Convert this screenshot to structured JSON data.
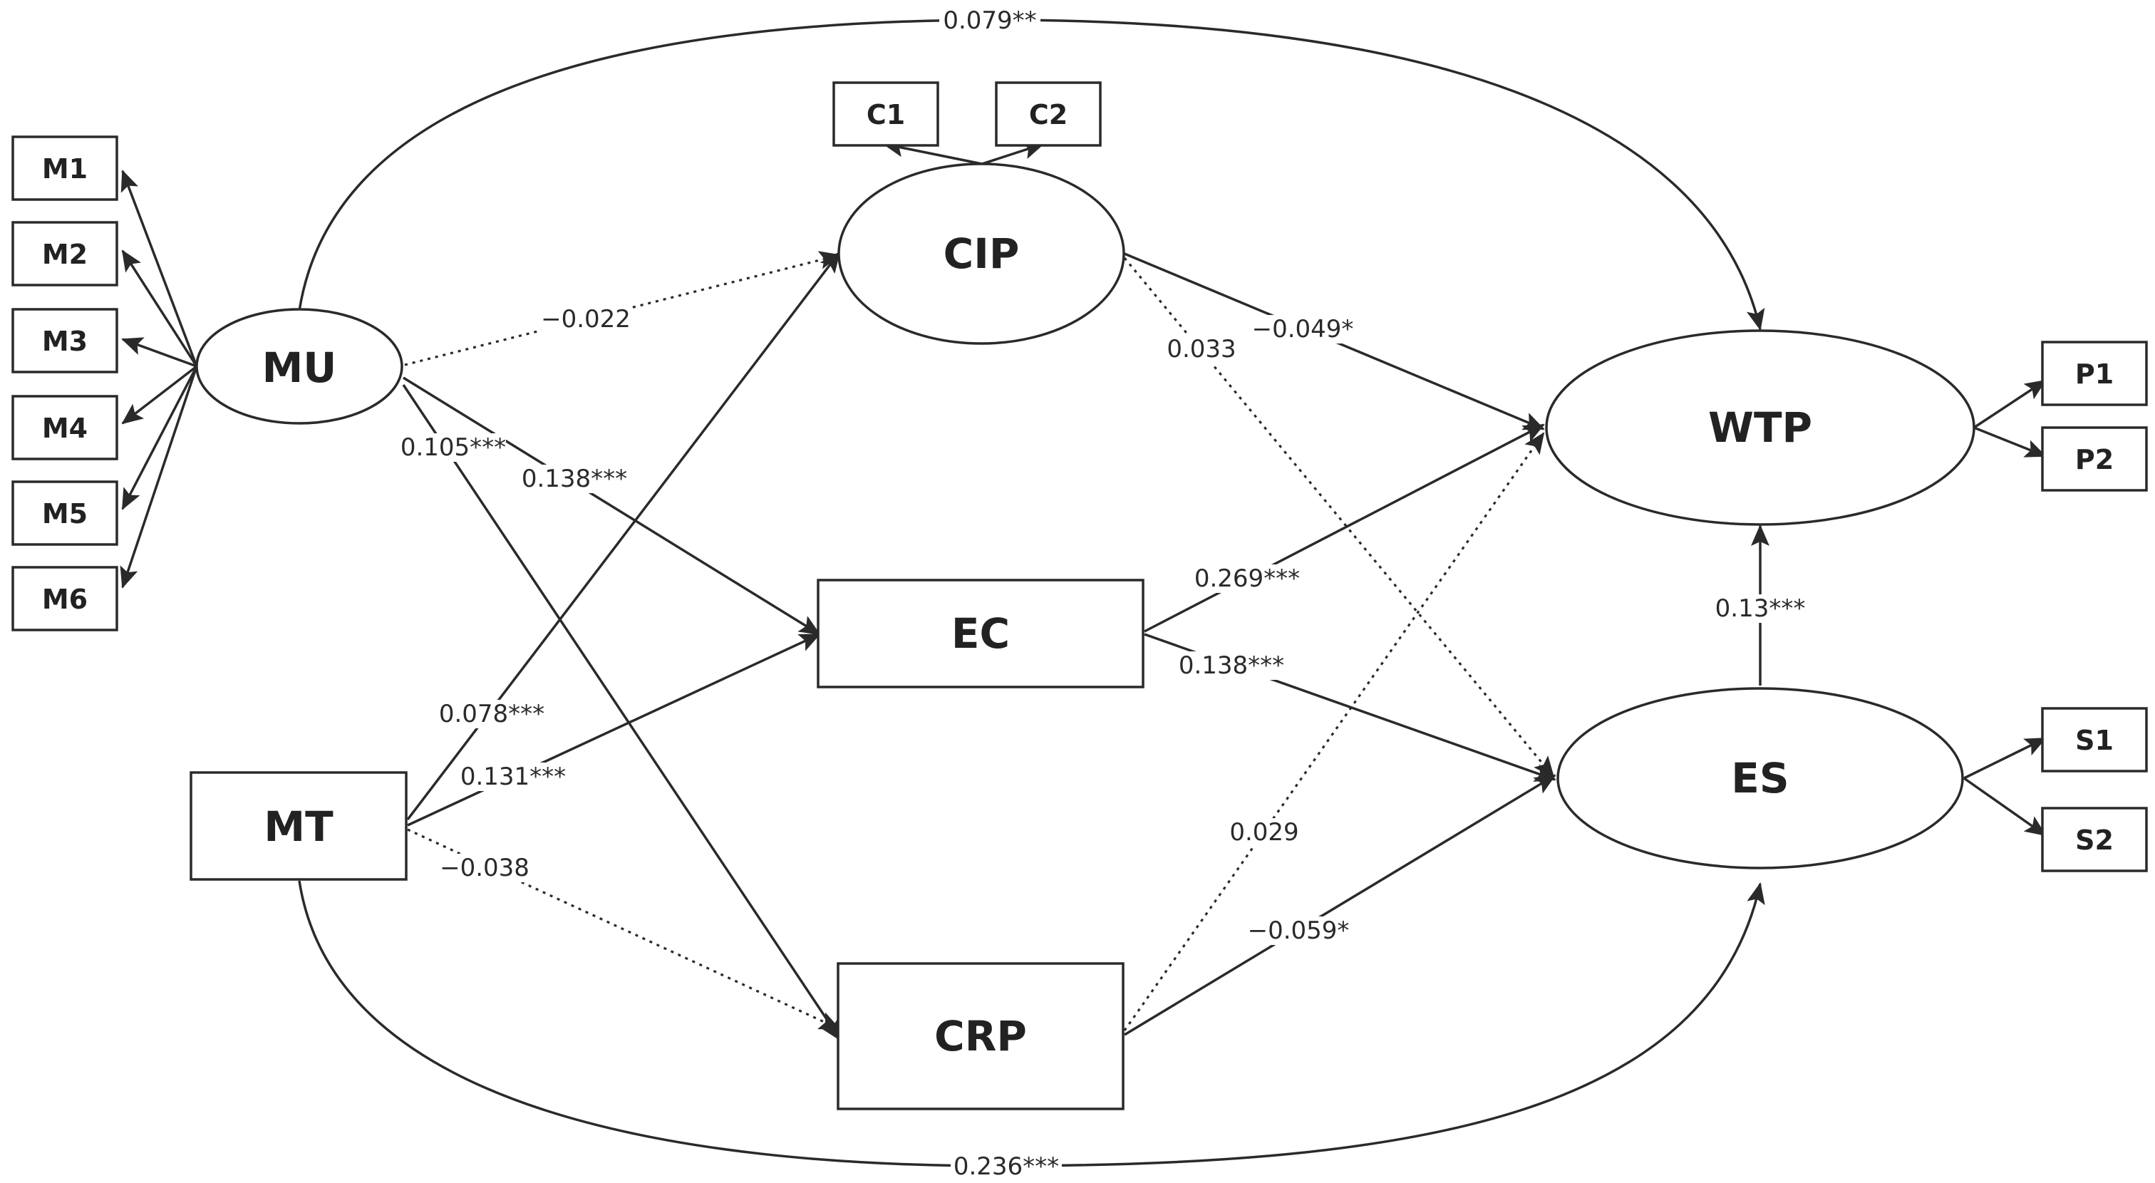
{
  "nodes": {
    "MU": {
      "label": "MU",
      "shape": "ellipse"
    },
    "MT": {
      "label": "MT",
      "shape": "rect"
    },
    "CIP": {
      "label": "CIP",
      "shape": "ellipse"
    },
    "EC": {
      "label": "EC",
      "shape": "rect"
    },
    "CRP": {
      "label": "CRP",
      "shape": "rect"
    },
    "WTP": {
      "label": "WTP",
      "shape": "ellipse"
    },
    "ES": {
      "label": "ES",
      "shape": "ellipse"
    }
  },
  "indicators": {
    "M1": "M1",
    "M2": "M2",
    "M3": "M3",
    "M4": "M4",
    "M5": "M5",
    "M6": "M6",
    "C1": "C1",
    "C2": "C2",
    "P1": "P1",
    "P2": "P2",
    "S1": "S1",
    "S2": "S2"
  },
  "paths": {
    "MU_WTP": {
      "from": "MU",
      "to": "WTP",
      "coef": "0.079**",
      "style": "solid"
    },
    "MU_CIP": {
      "from": "MU",
      "to": "CIP",
      "coef": "−0.022",
      "style": "dotted"
    },
    "MU_EC": {
      "from": "MU",
      "to": "EC",
      "coef": "0.138***",
      "style": "solid"
    },
    "MU_CRP": {
      "from": "MU",
      "to": "CRP",
      "coef": "0.105***",
      "style": "solid"
    },
    "MT_CIP": {
      "from": "MT",
      "to": "CIP",
      "coef": "0.078***",
      "style": "solid"
    },
    "MT_EC": {
      "from": "MT",
      "to": "EC",
      "coef": "0.131***",
      "style": "solid"
    },
    "MT_CRP": {
      "from": "MT",
      "to": "CRP",
      "coef": "−0.038",
      "style": "dotted"
    },
    "MT_ES": {
      "from": "MT",
      "to": "ES",
      "coef": "0.236***",
      "style": "solid"
    },
    "CIP_WTP": {
      "from": "CIP",
      "to": "WTP",
      "coef": "−0.049*",
      "style": "solid"
    },
    "CIP_ES": {
      "from": "CIP",
      "to": "ES",
      "coef": "0.033",
      "style": "dotted"
    },
    "EC_WTP": {
      "from": "EC",
      "to": "WTP",
      "coef": "0.269***",
      "style": "solid"
    },
    "EC_ES": {
      "from": "EC",
      "to": "ES",
      "coef": "0.138***",
      "style": "solid"
    },
    "CRP_WTP": {
      "from": "CRP",
      "to": "WTP",
      "coef": "0.029",
      "style": "dotted"
    },
    "CRP_ES": {
      "from": "CRP",
      "to": "ES",
      "coef": "−0.059*",
      "style": "solid"
    },
    "ES_WTP": {
      "from": "ES",
      "to": "WTP",
      "coef": "0.13***",
      "style": "solid"
    }
  },
  "colors": {
    "stroke": "#2a2a2a",
    "text": "#222222",
    "background": "#ffffff"
  }
}
